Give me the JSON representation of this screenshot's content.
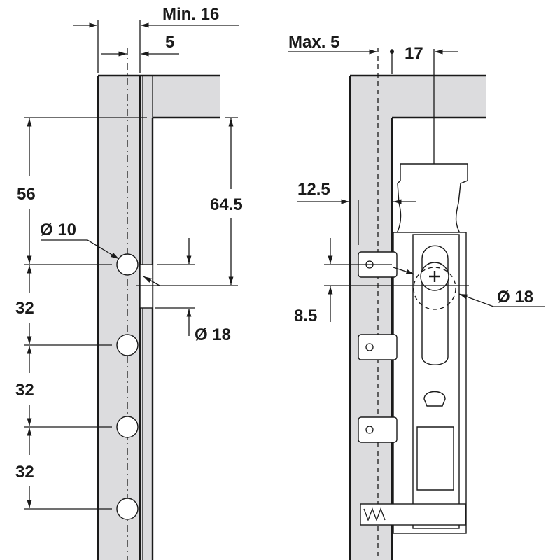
{
  "left_view": {
    "min16": "Min. 16",
    "five": "5",
    "d56": "56",
    "d645": "64.5",
    "dia10": "Ø 10",
    "d32a": "32",
    "d32b": "32",
    "d32c": "32",
    "dia18": "Ø 18"
  },
  "right_view": {
    "max5": "Max. 5",
    "d17": "17",
    "d125": "12.5",
    "d85": "8.5",
    "dia18": "Ø 18"
  },
  "colors": {
    "panel": "#dcdcde",
    "line": "#1a1a1a"
  }
}
